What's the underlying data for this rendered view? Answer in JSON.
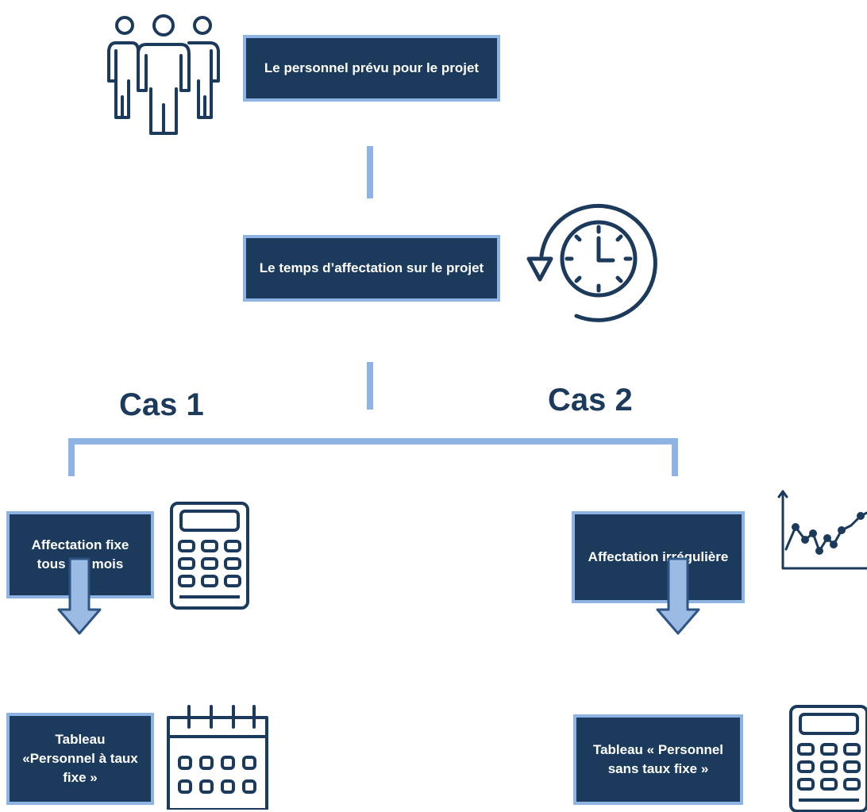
{
  "colors": {
    "box_fill": "#1b3a5c",
    "box_border": "#8eb4e3",
    "connector": "#8eb4e3",
    "heading": "#1b3a5c",
    "icon_stroke": "#1b3a5c"
  },
  "nodes": {
    "personnel": "Le personnel prévu pour le projet",
    "temps": "Le temps d’affectation sur le projet",
    "fixe": "Affectation fixe tous les mois",
    "irreguliere": "Affectation irrégulière",
    "tableau_fixe": "Tableau «Personnel à taux fixe »",
    "tableau_sans_fixe": "Tableau « Personnel sans taux fixe »"
  },
  "cases": {
    "cas1": "Cas 1",
    "cas2": "Cas 2"
  },
  "icons": {
    "team": "people-group-icon",
    "clock": "clock-cycle-icon",
    "calculator": "calculator-icon",
    "line_chart": "line-chart-icon",
    "calendar": "calendar-icon"
  }
}
